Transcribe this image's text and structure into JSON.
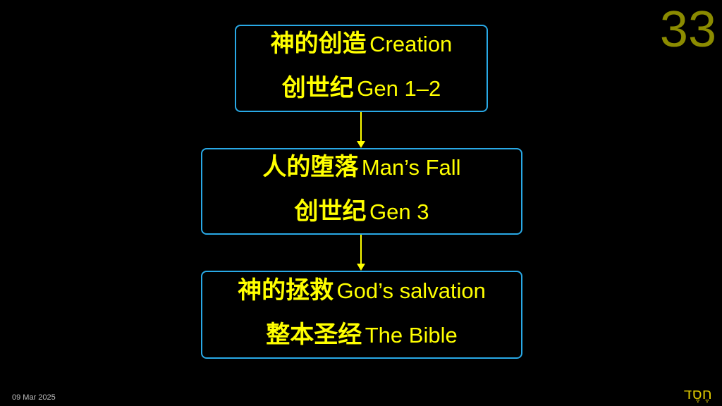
{
  "slide_number": "33",
  "flow": [
    {
      "line1_zh": "神的创造",
      "line1_en": "Creation",
      "line2_zh": "创世纪",
      "line2_en": "Gen 1–2"
    },
    {
      "line1_zh": "人的堕落",
      "line1_en": "Man’s Fall",
      "line2_zh": "创世纪",
      "line2_en": "Gen 3"
    },
    {
      "line1_zh": "神的拯救",
      "line1_en": "God’s salvation",
      "line2_zh": "整本圣经",
      "line2_en": "The Bible"
    }
  ],
  "footer": {
    "date": "09 Mar 2025",
    "logo": "חֶסֶד"
  },
  "colors": {
    "text": "#ffff00",
    "box_border": "#29a9e6",
    "arrow": "#ffff00",
    "slide_number": "#8b8b00",
    "background": "#000000"
  }
}
